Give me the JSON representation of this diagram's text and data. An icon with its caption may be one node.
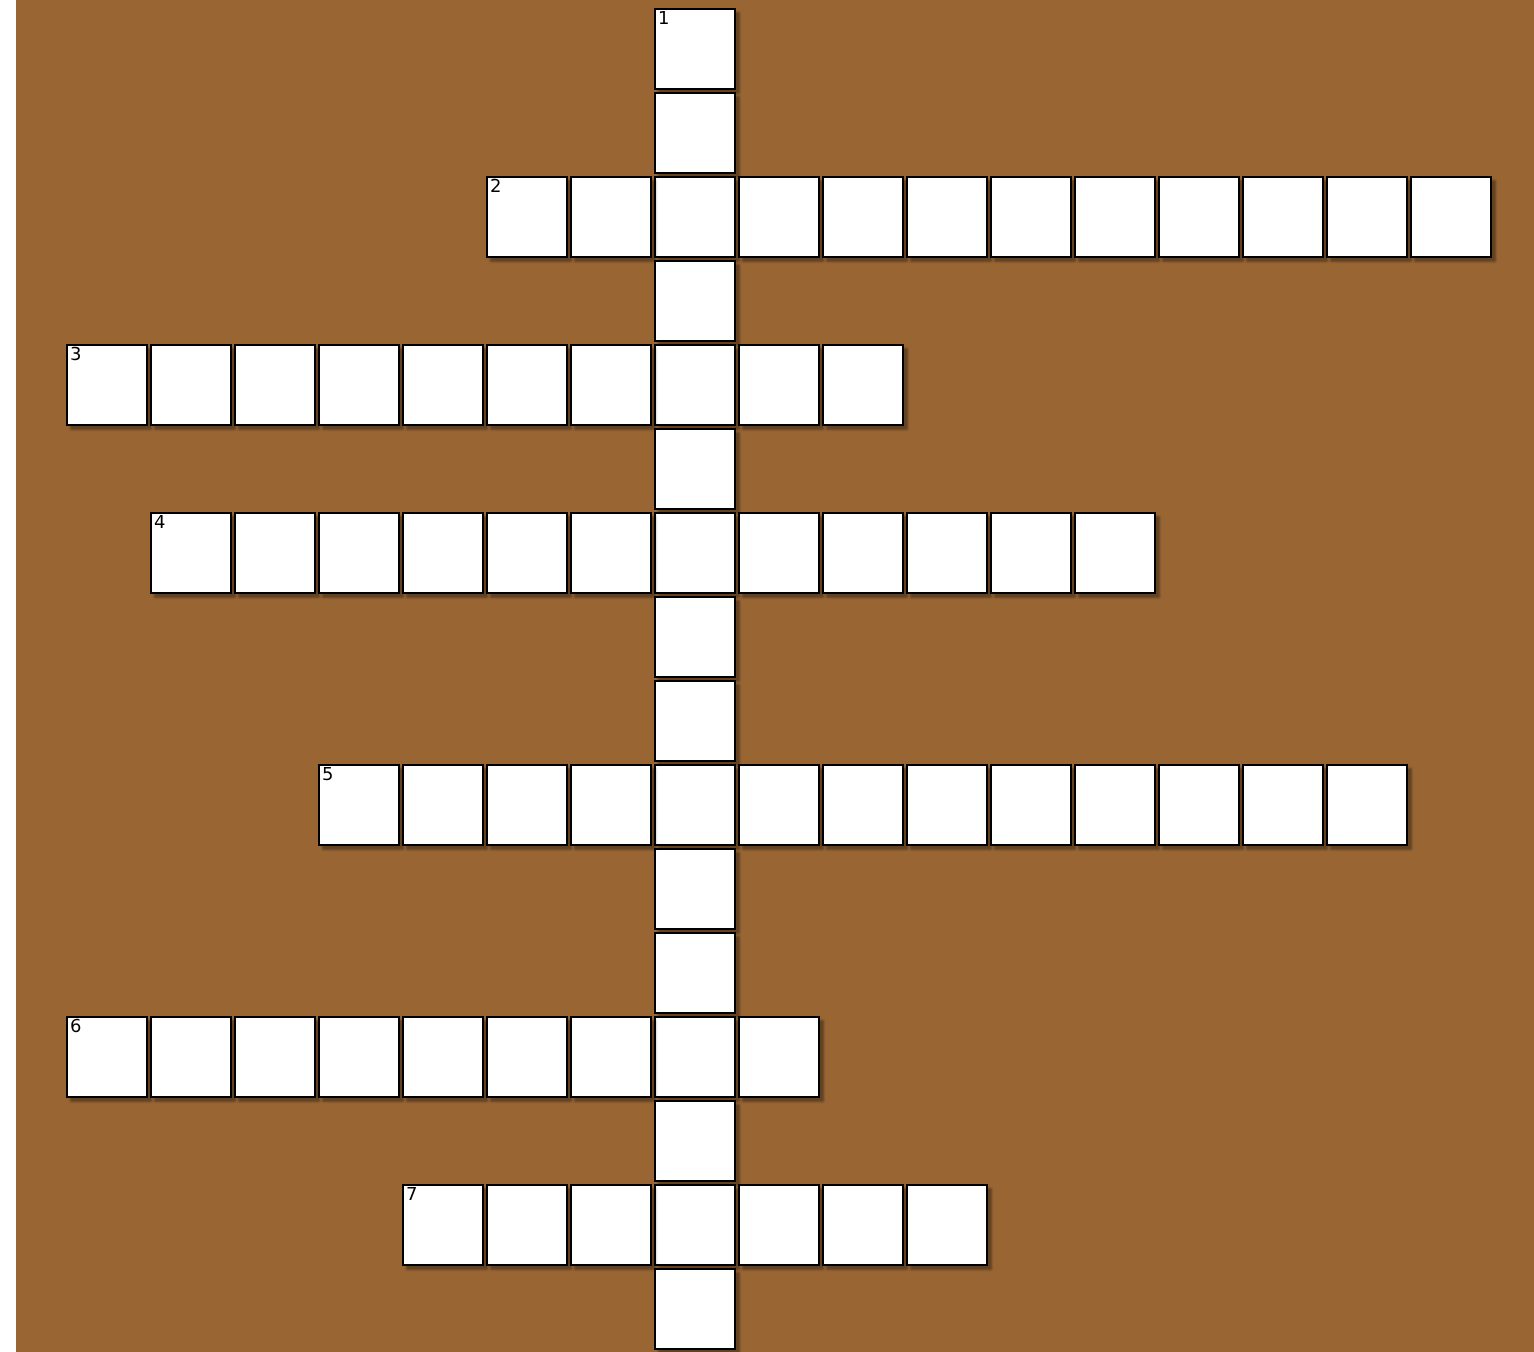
{
  "diagram": {
    "labels": [
      "1",
      "2",
      "3",
      "4",
      "5",
      "6",
      "7"
    ]
  }
}
